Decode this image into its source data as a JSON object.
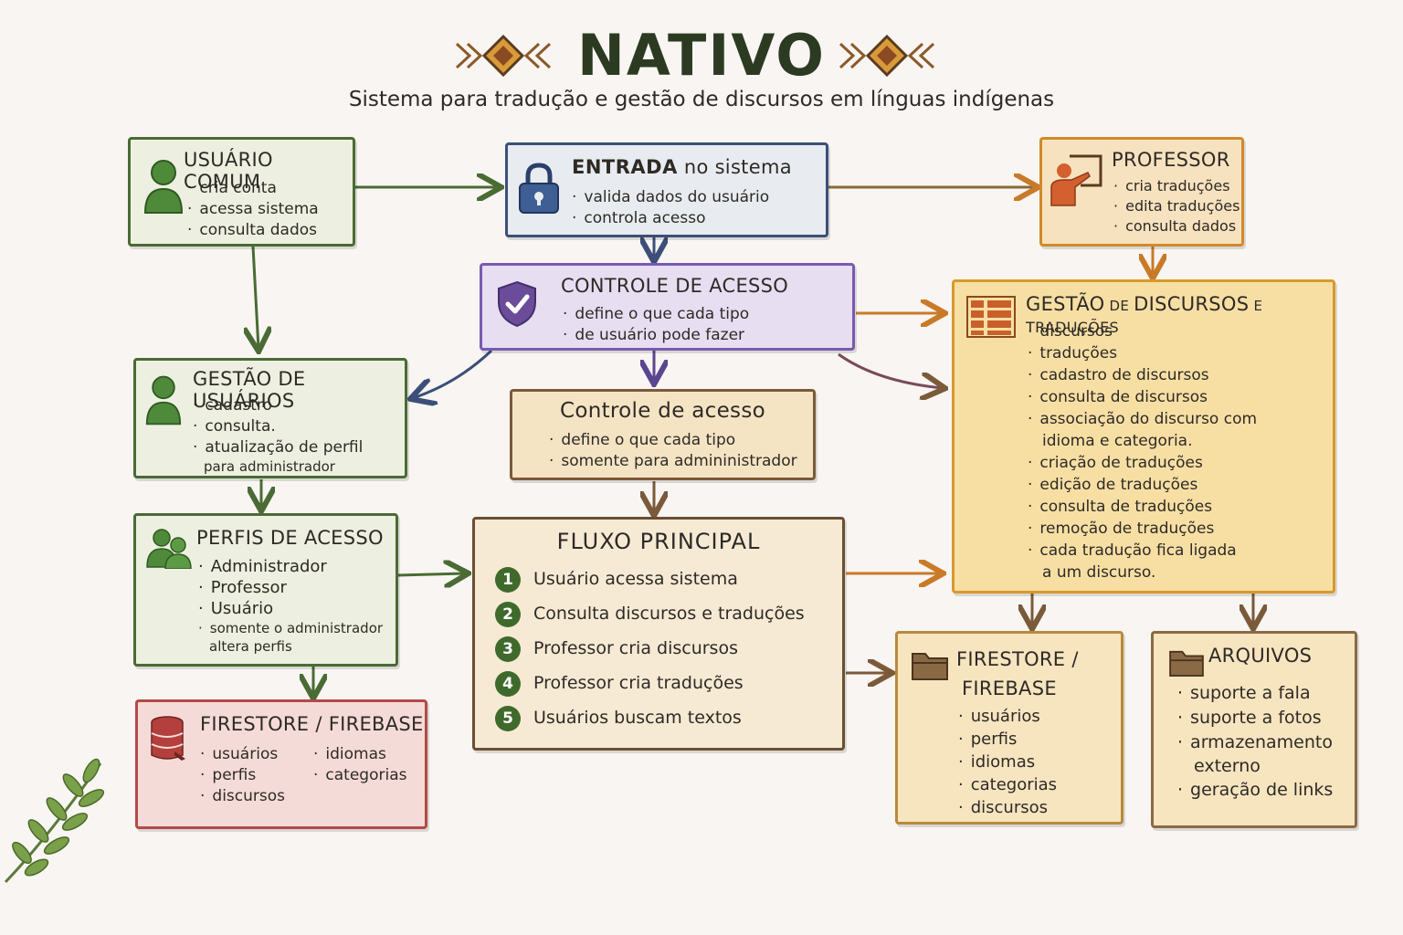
{
  "header": {
    "title": "NATIVO",
    "subtitle": "Sistema para tradução e gestão de discursos em línguas  indígenas"
  },
  "usuario_comum": {
    "title": "USUÁRIO COMUM",
    "items": [
      "cria conta",
      "acessa sistema",
      "consulta dados"
    ]
  },
  "entrada": {
    "title_bold": "ENTRADA",
    "title_rest": " no sistema",
    "items": [
      "valida dados do usuário",
      "controla acesso"
    ]
  },
  "professor": {
    "title": "PROFESSOR",
    "items": [
      "cria traduções",
      "edita traduções",
      "consulta dados"
    ]
  },
  "controle_acesso_main": {
    "title": "CONTROLE DE ACESSO",
    "items": [
      "define o que cada tipo",
      "de usuário pode fazer"
    ]
  },
  "gestao_discursos": {
    "title_a": "GESTÃO",
    "title_b": " DE ",
    "title_c": "DISCURSOS",
    "title_d": " E ",
    "title_e": "TRADUÇÕES",
    "items": [
      "discursos",
      "traduções",
      "cadastro de discursos",
      "consulta de discursos",
      "associação do discurso com",
      "idioma e categoria.",
      "criação de traduções",
      "edição de traduções",
      "consulta de traduções",
      "remoção de traduções",
      "cada tradução fica ligada",
      "a um discurso."
    ]
  },
  "gestao_usuarios": {
    "title": "GESTÃO DE USUÁRIOS",
    "items": [
      "cadastro",
      "consulta.",
      "atualização de perfil",
      "para administrador"
    ]
  },
  "controle_acesso_sub": {
    "title": "Controle de acesso",
    "items": [
      "define o que cada tipo",
      "somente para admininistrador"
    ]
  },
  "perfis": {
    "title": "PERFIS DE ACESSO",
    "items": [
      "Administrador",
      "Professor",
      "Usuário",
      "somente o administrador",
      "altera perfis"
    ]
  },
  "fluxo": {
    "title": "FLUXO PRINCIPAL",
    "steps": [
      {
        "n": "1",
        "text": "Usuário acessa sistema"
      },
      {
        "n": "2",
        "text": "Consulta discursos e traduções"
      },
      {
        "n": "3",
        "text": "Professor cria discursos"
      },
      {
        "n": "4",
        "text": "Professor cria traduções"
      },
      {
        "n": "5",
        "text": "Usuários buscam textos"
      }
    ]
  },
  "firestore_left": {
    "title": "FIRESTORE / FIREBASE",
    "col1": [
      "usuários",
      "perfis",
      "discursos"
    ],
    "col2": [
      "idiomas",
      "categorias"
    ]
  },
  "firestore_right": {
    "title_line1": "FIRESTORE /",
    "title_line2": "FIREBASE",
    "items": [
      "usuários",
      "perfis",
      "idiomas",
      "categorias",
      "discursos"
    ]
  },
  "arquivos": {
    "title": "ARQUIVOS",
    "items": [
      "suporte a fala",
      "suporte a fotos",
      "armazenamento",
      "externo",
      "geração de links"
    ]
  },
  "colors": {
    "green": "#4a6b34",
    "blue": "#3b4f78",
    "purple": "#6b4c9a",
    "orange": "#d08a2a",
    "red": "#b34a46",
    "brown": "#6b4f33"
  },
  "icons": [
    "user-icon",
    "lock-icon",
    "teacher-icon",
    "shield-check-icon",
    "list-grid-icon",
    "users-icon",
    "database-icon",
    "folder-icon",
    "leaf-branch-icon",
    "tribal-ornament-icon"
  ]
}
